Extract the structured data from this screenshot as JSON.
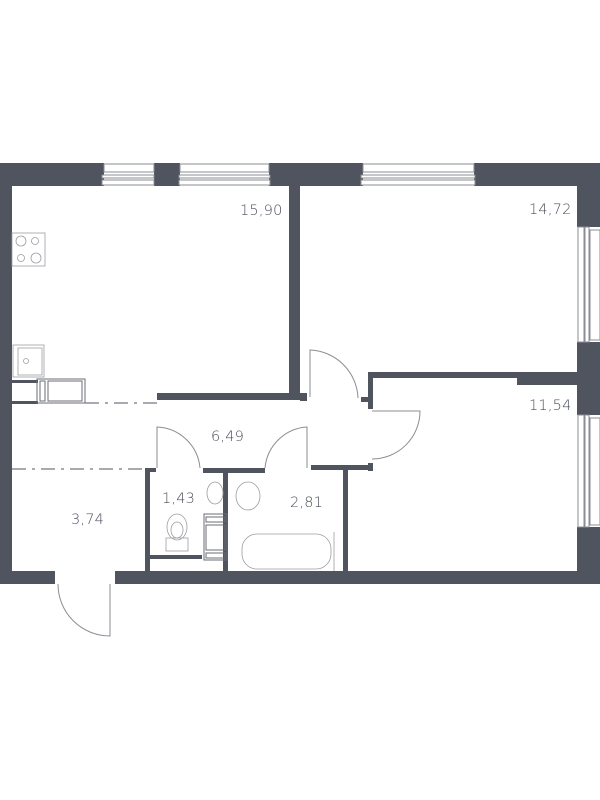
{
  "floor_plan": {
    "type": "apartment-floor-plan",
    "colors": {
      "wall": "#50545e",
      "fixture_line": "#8a8d94",
      "text": "#4a4f5a",
      "background": "#ffffff"
    },
    "rooms": [
      {
        "id": "kitchen-living",
        "area": "15,90"
      },
      {
        "id": "bedroom-1",
        "area": "14,72"
      },
      {
        "id": "bedroom-2",
        "area": "11,54"
      },
      {
        "id": "corridor",
        "area": "6,49"
      },
      {
        "id": "hallway",
        "area": "3,74"
      },
      {
        "id": "toilet",
        "area": "1,43"
      },
      {
        "id": "bathroom",
        "area": "2,81"
      }
    ]
  }
}
